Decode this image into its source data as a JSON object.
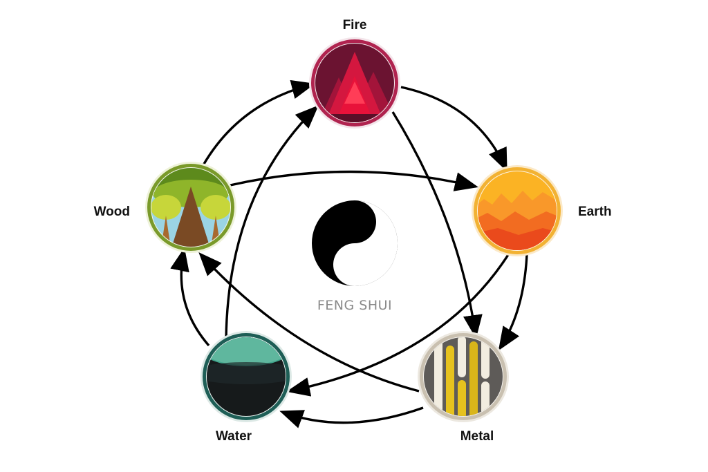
{
  "center": {
    "caption": "FENG SHUI",
    "symbol": "yin-yang-icon"
  },
  "elements": [
    {
      "key": "fire",
      "label": "Fire",
      "icon": "fire-icon",
      "ring": "#b0234f"
    },
    {
      "key": "earth",
      "label": "Earth",
      "icon": "earth-icon",
      "ring": "#f2b233"
    },
    {
      "key": "metal",
      "label": "Metal",
      "icon": "metal-icon",
      "ring": "#c9c0b0"
    },
    {
      "key": "water",
      "label": "Water",
      "icon": "water-icon",
      "ring": "#1e5e56"
    },
    {
      "key": "wood",
      "label": "Wood",
      "icon": "wood-icon",
      "ring": "#7a9a2a"
    }
  ],
  "generating_cycle": [
    "Wood → Fire",
    "Fire → Earth",
    "Earth → Metal",
    "Metal → Water",
    "Water → Wood"
  ],
  "controlling_cycle": [
    "Wood → Earth",
    "Earth → Water",
    "Water → Fire",
    "Fire → Metal",
    "Metal → Wood"
  ]
}
